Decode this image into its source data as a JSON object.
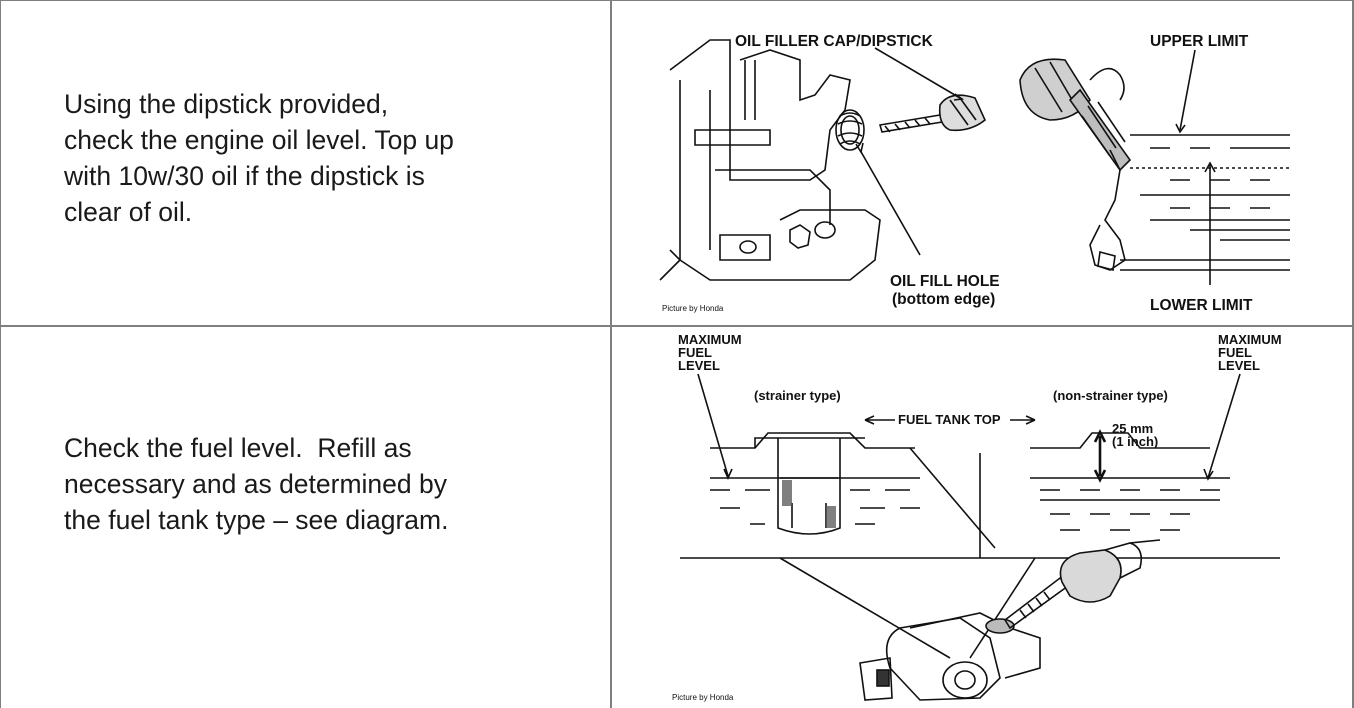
{
  "rows": [
    {
      "instruction_lines": [
        "Using the dipstick provided,",
        "check the engine oil level. Top up",
        "with 10w/30 oil if the dipstick is",
        "clear of oil."
      ],
      "figure": {
        "labels": {
          "cap": "OIL FILLER CAP/DIPSTICK",
          "upper": "UPPER LIMIT",
          "hole_line1": "OIL FILL HOLE",
          "hole_line2": "(bottom edge)",
          "lower": "LOWER LIMIT"
        },
        "credit": "Picture by Honda"
      }
    },
    {
      "instruction_lines": [
        "Check the fuel level.  Refill as",
        "necessary and as determined by",
        "the fuel tank type – see diagram."
      ],
      "figure": {
        "labels": {
          "max_left_1": "MAXIMUM",
          "max_left_2": "FUEL",
          "max_left_3": "LEVEL",
          "max_right_1": "MAXIMUM",
          "max_right_2": "FUEL",
          "max_right_3": "LEVEL",
          "strainer": "(strainer type)",
          "non_strainer": "(non-strainer type)",
          "tank_top": "FUEL TANK TOP",
          "gap_mm": "25 mm",
          "gap_in": "(1 inch)"
        },
        "credit": "Picture by Honda"
      }
    }
  ]
}
